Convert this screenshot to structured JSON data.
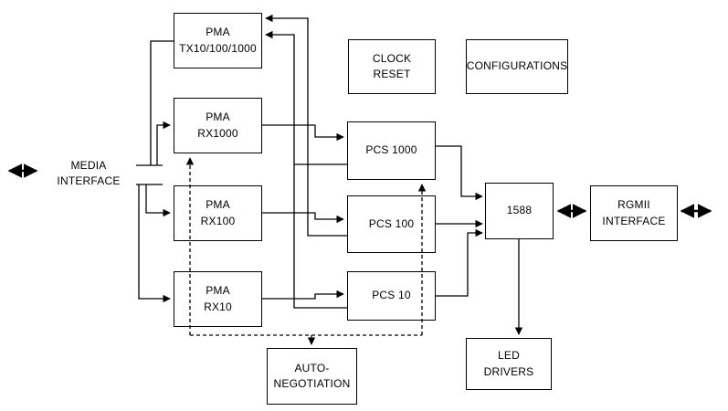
{
  "diagram": {
    "blocks": {
      "pma_tx": {
        "line1": "PMA",
        "line2": "TX10/100/1000"
      },
      "clock_reset": {
        "line1": "CLOCK",
        "line2": "RESET"
      },
      "configurations": {
        "line1": "CONFIGURATIONS"
      },
      "pma_rx1000": {
        "line1": "PMA",
        "line2": "RX1000"
      },
      "pcs_1000": {
        "line1": "PCS 1000"
      },
      "media_interface": {
        "line1": "MEDIA",
        "line2": "INTERFACE"
      },
      "pma_rx100": {
        "line1": "PMA",
        "line2": "RX100"
      },
      "pcs_100": {
        "line1": "PCS 100"
      },
      "block_1588": {
        "line1": "1588"
      },
      "rgmii_interface": {
        "line1": "RGMII",
        "line2": "INTERFACE"
      },
      "pma_rx10": {
        "line1": "PMA",
        "line2": "RX10"
      },
      "pcs_10": {
        "line1": "PCS 10"
      },
      "led_drivers": {
        "line1": "LED",
        "line2": "DRIVERS"
      },
      "auto_negotiation": {
        "line1": "AUTO-",
        "line2": "NEGOTIATION"
      }
    },
    "colors": {
      "line": "#000000",
      "box_border": "#000000",
      "box_fill": "#ffffff",
      "text": "#000000",
      "background": "#ffffff"
    }
  }
}
